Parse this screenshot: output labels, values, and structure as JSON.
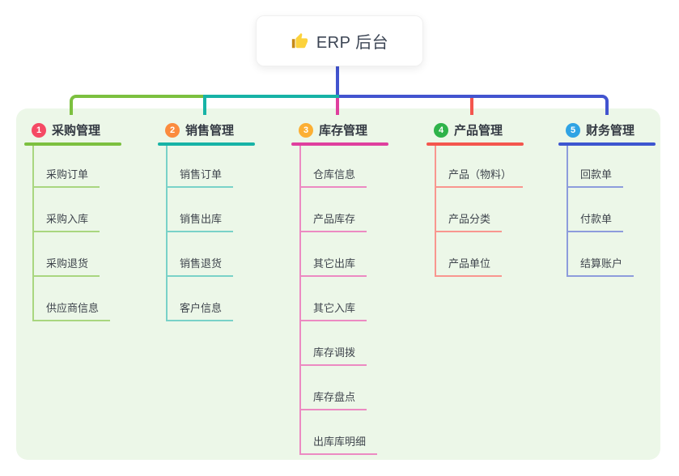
{
  "root": {
    "title": "ERP 后台",
    "icon": "thumbs-up-icon"
  },
  "branches": [
    {
      "index": "1",
      "title": "采购管理",
      "badge_color": "#f54a64",
      "line_color": "#7cc03f",
      "light_color": "#a9d67f",
      "children": [
        "采购订单",
        "采购入库",
        "采购退货",
        "供应商信息"
      ]
    },
    {
      "index": "2",
      "title": "销售管理",
      "badge_color": "#fb8b3e",
      "line_color": "#17b3a6",
      "light_color": "#79d2c8",
      "children": [
        "销售订单",
        "销售出库",
        "销售退货",
        "客户信息"
      ]
    },
    {
      "index": "3",
      "title": "库存管理",
      "badge_color": "#fcaf33",
      "line_color": "#df3f9e",
      "light_color": "#ec8ac2",
      "children": [
        "仓库信息",
        "产品库存",
        "其它出库",
        "其它入库",
        "库存调拨",
        "库存盘点",
        "出库库明细"
      ]
    },
    {
      "index": "4",
      "title": "产品管理",
      "badge_color": "#2fb34a",
      "line_color": "#f4564e",
      "light_color": "#f9968f",
      "children": [
        "产品（物料）",
        "产品分类",
        "产品单位"
      ]
    },
    {
      "index": "5",
      "title": "财务管理",
      "badge_color": "#2fa3e4",
      "line_color": "#3d56d0",
      "light_color": "#8d9cdc",
      "children": [
        "回款单",
        "付款单",
        "结算账户"
      ]
    }
  ],
  "colors": {
    "canvas_bg": "#ffffff",
    "container_bg": "#ecf7e8",
    "root_line": "#4254cf"
  }
}
